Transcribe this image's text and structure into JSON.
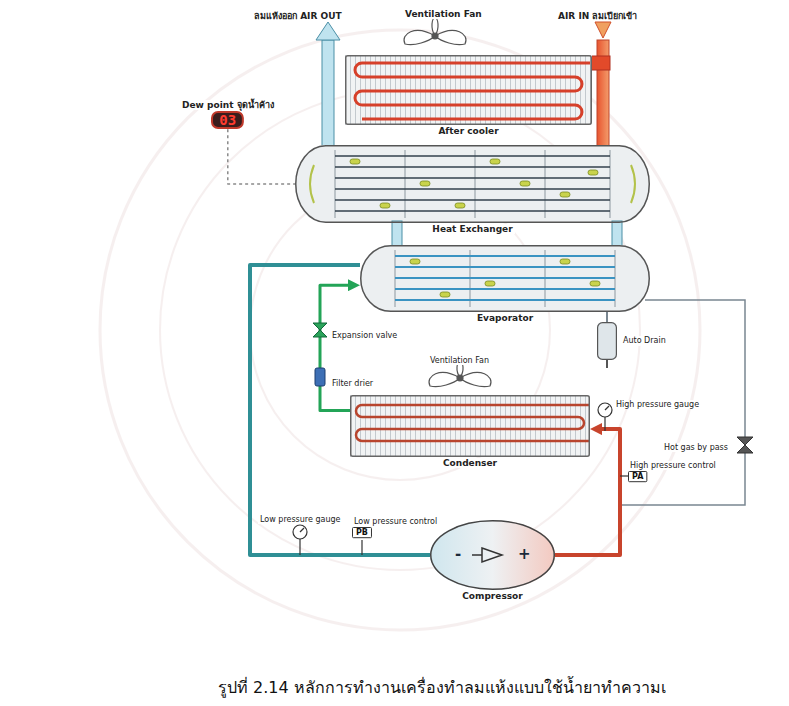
{
  "diagram": {
    "caption": "รูปที่ 2.14 หลักการทำงานเครื่องทำลมแห้งแบบใช้น้ำยาทำความเ",
    "nodes": [
      {
        "text": [
          "Dew point จุดน้ำค้าง",
          "03"
        ]
      },
      {
        "text": [
          "After cooler"
        ]
      },
      {
        "text": [
          "Heat Exchanger"
        ]
      },
      {
        "text": [
          "Evaporator"
        ]
      },
      {
        "text": [
          "Auto Drain"
        ]
      },
      {
        "text": [
          "Condenser"
        ]
      },
      {
        "text": [
          "High pressure control",
          "PA"
        ]
      },
      {
        "text": [
          "Low pressure control",
          "PB"
        ]
      },
      {
        "text": [
          "Compressor"
        ]
      }
    ],
    "edges": [
      {
        "from": 0,
        "to": 2,
        "arrow": "none"
      },
      {
        "from": 3,
        "to": 4,
        "arrow": "none"
      },
      {
        "from": 8,
        "to": 5,
        "arrow": "to"
      },
      {
        "from": 5,
        "to": 3,
        "arrow": "to"
      },
      {
        "from": 3,
        "to": 8,
        "arrow": "none"
      }
    ],
    "labels": [
      "ลมแห้งออก AIR OUT",
      "Ventilation Fan",
      "AIR IN ลมเปียกเข้า",
      "Expansion valve",
      "Filter drier",
      "Ventilation Fan",
      "High pressure gauge",
      "Hot gas by pass",
      "Low pressure gauge",
      "-",
      "+"
    ]
  }
}
